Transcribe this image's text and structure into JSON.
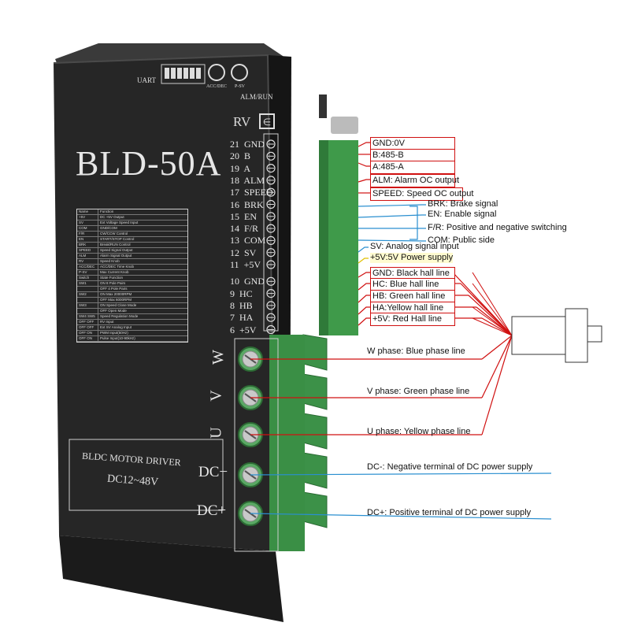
{
  "product": {
    "model": "BLD-50A",
    "name_line1": "BLDC MOTOR DRIVER",
    "name_line2": "DC12~48V",
    "uart": "UART",
    "rv": "RV",
    "alm_run": "ALM/RUN",
    "pot1_label": "ACC/DEC",
    "pot2_label": "P-SV"
  },
  "pins": [
    {
      "num": "21",
      "name": "GND"
    },
    {
      "num": "20",
      "name": "B"
    },
    {
      "num": "19",
      "name": "A"
    },
    {
      "num": "18",
      "name": "ALM"
    },
    {
      "num": "17",
      "name": "SPEED"
    },
    {
      "num": "16",
      "name": "BRK"
    },
    {
      "num": "15",
      "name": "EN"
    },
    {
      "num": "14",
      "name": "F/R"
    },
    {
      "num": "13",
      "name": "COM"
    },
    {
      "num": "12",
      "name": "SV"
    },
    {
      "num": "11",
      "name": "+5V"
    },
    {
      "num": "10",
      "name": "GND"
    },
    {
      "num": "9",
      "name": "HC"
    },
    {
      "num": "8",
      "name": "HB"
    },
    {
      "num": "7",
      "name": "HA"
    },
    {
      "num": "6",
      "name": "+5V"
    }
  ],
  "power_terminals": [
    "W",
    "V",
    "U",
    "DC−",
    "DC+"
  ],
  "signal_descriptions": [
    {
      "text": "GND:0V",
      "color": "#d01010"
    },
    {
      "text": "B:485-B",
      "color": "#d01010"
    },
    {
      "text": "A:485-A",
      "color": "#d01010"
    },
    {
      "text": "ALM: Alarm OC output",
      "color": "#d01010"
    },
    {
      "text": "SPEED: Speed OC output",
      "color": "#d01010"
    },
    {
      "text": "BRK: Brake signal",
      "color": "#2a8fd0"
    },
    {
      "text": "EN: Enable signal",
      "color": "#2a8fd0"
    },
    {
      "text": "F/R: Positive and negative switching",
      "color": "#2a8fd0"
    },
    {
      "text": "COM: Public side",
      "color": "#2a8fd0"
    },
    {
      "text": "SV: Analog signal input",
      "color": "#2a8fd0"
    },
    {
      "text": "+5V:5V Power supply",
      "color": "#e0c000"
    },
    {
      "text": "GND: Black hall line",
      "color": "#d01010"
    },
    {
      "text": "HC: Blue hall line",
      "color": "#d01010"
    },
    {
      "text": "HB: Green hall line",
      "color": "#d01010"
    },
    {
      "text": "HA:Yellow hall line",
      "color": "#d01010"
    },
    {
      "text": "+5V: Red Hall line",
      "color": "#d01010"
    }
  ],
  "power_descriptions": [
    {
      "text": "W phase: Blue phase line",
      "color": "#d01010"
    },
    {
      "text": "V phase: Green phase line",
      "color": "#d01010"
    },
    {
      "text": "U phase: Yellow phase line",
      "color": "#d01010"
    },
    {
      "text": "DC-: Negative terminal of DC power supply",
      "color": "#2a8fd0"
    },
    {
      "text": "DC+: Positive terminal of DC power supply",
      "color": "#2a8fd0"
    }
  ],
  "spec_table": {
    "rows": [
      [
        "Name",
        "Function"
      ],
      [
        "+5V",
        "DC +5V Output"
      ],
      [
        "SV",
        "Ext Voltage Speed Input"
      ],
      [
        "COM",
        "GND/COM"
      ],
      [
        "F/R",
        "CW/CCW Control"
      ],
      [
        "EN",
        "START/STOP Control"
      ],
      [
        "BRK",
        "Break/RUN Control"
      ],
      [
        "SPEED",
        "Speed Signal Output"
      ],
      [
        "ALM",
        "Alarm Signal Output"
      ],
      [
        "RV",
        "Speed Knob"
      ],
      [
        "ACC/DEC",
        "ACC/DEC Time Knob"
      ],
      [
        "P-SV",
        "Max Current Knob"
      ],
      [
        "Switch",
        "State   Function"
      ],
      [
        "SW1",
        "ON    8 Pole Pairs"
      ],
      [
        "",
        "OFF   4 Pole Pairs"
      ],
      [
        "SW2",
        "ON    Max 20000RPM"
      ],
      [
        "",
        "OFF   Max 6000RPM"
      ],
      [
        "SW3",
        "ON    Speed Close Mode"
      ],
      [
        "",
        "OFF   Open Mode"
      ],
      [
        "SW4 SW5 SW6",
        "Speed Regulation Mode"
      ],
      [
        "OFF OFF OFF",
        "RV Input"
      ],
      [
        "OFF OFF ON",
        "Ext SV Analog Input"
      ],
      [
        "OFF ON OFF",
        "PWM Input(50Hz)"
      ],
      [
        "OFF ON ON",
        "Pulse Input(10-90kHz)"
      ]
    ]
  },
  "colors": {
    "housing": "#232323",
    "terminal_green": "#3f9a4a",
    "line_red": "#d01010",
    "line_blue": "#2a8fd0",
    "line_yellow": "#e0c000"
  }
}
